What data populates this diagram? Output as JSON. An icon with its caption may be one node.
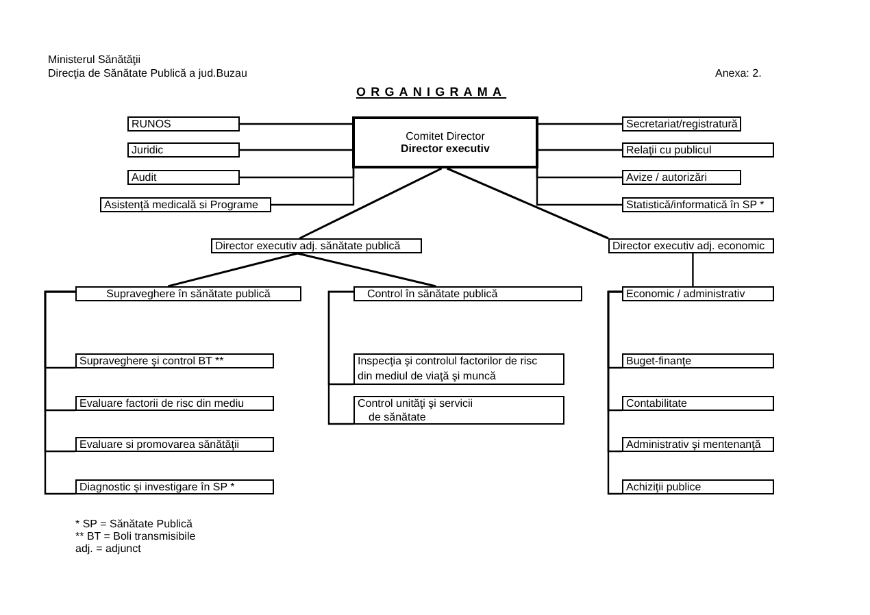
{
  "diagram": {
    "title": "ORGANIGRAMA",
    "nodes": [
      {
        "text": [
          "Comitet Director",
          "Director executiv"
        ]
      },
      {
        "text": [
          "RUNOS"
        ]
      },
      {
        "text": [
          "Juridic"
        ]
      },
      {
        "text": [
          "Audit"
        ]
      },
      {
        "text": [
          "Asistenţă medicală si Programe"
        ]
      },
      {
        "text": [
          "Secretariat/registratură"
        ]
      },
      {
        "text": [
          "Relaţii cu publicul"
        ]
      },
      {
        "text": [
          "Avize / autorizări"
        ]
      },
      {
        "text": [
          "Statistică/informatică în SP *"
        ]
      },
      {
        "text": [
          "Director executiv adj. sănătate publică"
        ]
      },
      {
        "text": [
          "Director executiv adj. economic"
        ]
      },
      {
        "text": [
          "Supraveghere în sănătate publică"
        ]
      },
      {
        "text": [
          "Control în sănătate publică"
        ]
      },
      {
        "text": [
          "Economic / administrativ"
        ]
      },
      {
        "text": [
          "Supraveghere şi control BT **"
        ]
      },
      {
        "text": [
          "Evaluare factorii de risc din mediu"
        ]
      },
      {
        "text": [
          "Evaluare si promovarea sănătăţii"
        ]
      },
      {
        "text": [
          "Diagnostic şi investigare în SP *"
        ]
      },
      {
        "text": [
          "Inspecţia şi controlul factorilor de risc din mediul de viaţă şi muncă"
        ]
      },
      {
        "text": [
          "Control unităţi şi servicii de sănătate"
        ]
      },
      {
        "text": [
          "Buget-finanţe"
        ]
      },
      {
        "text": [
          "Contabilitate"
        ]
      },
      {
        "text": [
          "Administrativ şi mentenanţă"
        ]
      },
      {
        "text": [
          "Achiziţii publice"
        ]
      }
    ],
    "edges": [
      {
        "from": 0,
        "to": 1,
        "arrow": "none"
      },
      {
        "from": 0,
        "to": 2,
        "arrow": "none"
      },
      {
        "from": 0,
        "to": 3,
        "arrow": "none"
      },
      {
        "from": 0,
        "to": 4,
        "arrow": "none"
      },
      {
        "from": 0,
        "to": 5,
        "arrow": "none"
      },
      {
        "from": 0,
        "to": 6,
        "arrow": "none"
      },
      {
        "from": 0,
        "to": 7,
        "arrow": "none"
      },
      {
        "from": 0,
        "to": 8,
        "arrow": "none"
      },
      {
        "from": 0,
        "to": 9,
        "arrow": "none"
      },
      {
        "from": 0,
        "to": 10,
        "arrow": "none"
      },
      {
        "from": 9,
        "to": 11,
        "arrow": "none"
      },
      {
        "from": 9,
        "to": 12,
        "arrow": "none"
      },
      {
        "from": 10,
        "to": 13,
        "arrow": "none"
      },
      {
        "from": 11,
        "to": 14,
        "arrow": "none"
      },
      {
        "from": 11,
        "to": 15,
        "arrow": "none"
      },
      {
        "from": 11,
        "to": 16,
        "arrow": "none"
      },
      {
        "from": 11,
        "to": 17,
        "arrow": "none"
      },
      {
        "from": 12,
        "to": 18,
        "arrow": "none"
      },
      {
        "from": 12,
        "to": 19,
        "arrow": "none"
      },
      {
        "from": 13,
        "to": 20,
        "arrow": "none"
      },
      {
        "from": 13,
        "to": 21,
        "arrow": "none"
      },
      {
        "from": 13,
        "to": 22,
        "arrow": "none"
      },
      {
        "from": 13,
        "to": 23,
        "arrow": "none"
      }
    ],
    "labels": [
      "Ministerul Sănătăţii",
      "Direcţia de Sănătate Publică a jud.Buzau",
      "Anexa: 2.",
      "* SP = Sănătate Publică",
      "** BT = Boli transmisibile",
      "adj. = adjunct"
    ]
  }
}
